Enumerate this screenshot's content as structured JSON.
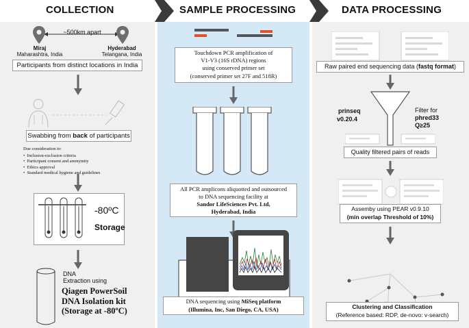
{
  "headers": {
    "collection": "COLLECTION",
    "sample_processing": "SAMPLE PROCESSING",
    "data_processing": "DATA PROCESSING"
  },
  "collection": {
    "distance": "~500km apart",
    "loc1_name": "Miraj",
    "loc1_state": "Maharashtra, India",
    "loc2_name": "Hyderabad",
    "loc2_state": "Telangana, India",
    "participants_box": "Participants from distinct locations in India",
    "swab_prefix": "Swabbing from ",
    "swab_bold": "back",
    "swab_suffix": " of participants",
    "consideration_title": "Due consideration to:",
    "considerations": [
      "Inclusion-exclusion criteria",
      "Participant consent and anonymity",
      "Ethics approval",
      "Standard medical hygiene and guidelines"
    ],
    "storage_temp": "-80ºC",
    "storage_label": "Storage",
    "dna_line1": "DNA",
    "dna_line2": "Extraction using",
    "kit_line1": "Qiagen PowerSoil",
    "kit_line2": "DNA Isolation kit",
    "kit_line3": "(Storage at -80ºC)"
  },
  "sample_processing": {
    "pcr_box": [
      "Touchdown PCR amplification of",
      "V1-V3 (16S rDNA) regions",
      "using conserved primer set",
      "(conserved primer set 27F and 518R)"
    ],
    "aliquot_box": [
      "All PCR amplicons aliquotted and outsourced",
      "to DNA sequencing facility at"
    ],
    "facility_line1": "Sandor LifeSciences Pvt. Ltd,",
    "facility_line2": "Hyderabad, India",
    "seq_prefix": "DNA sequencing using ",
    "seq_bold": "MiSeq platform",
    "seq_line2": "(Illumina, Inc, San Diego, CA, USA)"
  },
  "data_processing": {
    "raw_prefix": "Raw paired end sequencing data (",
    "raw_bold": "fastq format",
    "raw_suffix": ")",
    "prinseq_name": "prinseq",
    "prinseq_version": "v0.20.4",
    "filter_for": "Filter for",
    "phred": "phred33",
    "q_value": "Q≥25",
    "quality_box": "Quality filtered pairs of reads",
    "pear_line1": "Assemby using PEAR v0.9.10",
    "pear_line2": "(min overlap Threshold of 10%)",
    "cluster_title": "Clustering and Classification",
    "cluster_sub": "(Reference based: RDP, de-novo: v-search)"
  },
  "colors": {
    "panel_grey": "#f0f0f0",
    "panel_blue": "#d5e8f6",
    "arrow_grey": "#666666",
    "primer_red": "#e2502c",
    "pin_grey": "#6e6e6e"
  }
}
